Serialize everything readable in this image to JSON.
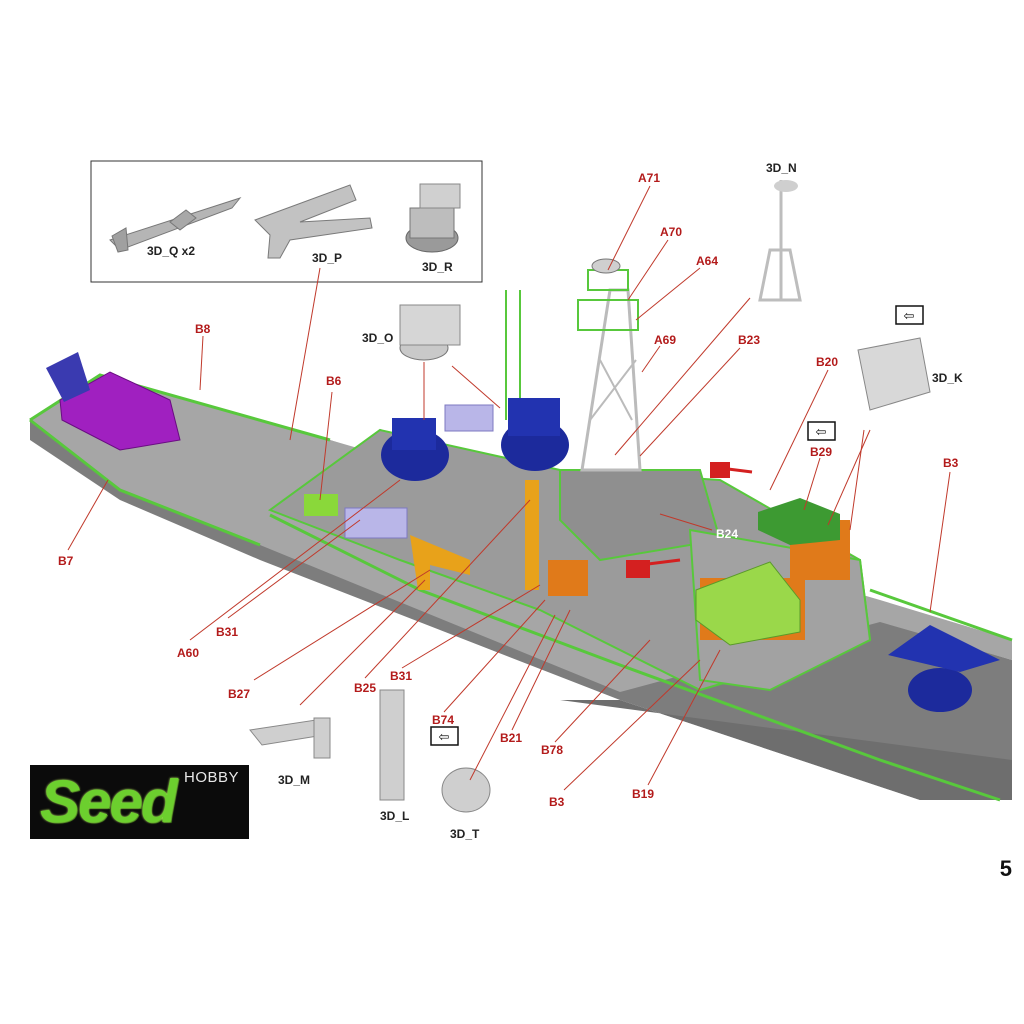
{
  "page": {
    "number": "5"
  },
  "logo": {
    "small_text": "HOBBY",
    "brand": "Seed"
  },
  "inset_labels": {
    "q": "3D_Q x2",
    "p": "3D_P",
    "r": "3D_R"
  },
  "labels": {
    "b8": "B8",
    "b7": "B7",
    "b6": "B6",
    "d_o": "3D_O",
    "a71": "A71",
    "a70": "A70",
    "a64": "A64",
    "a69": "A69",
    "b23": "B23",
    "d_n": "3D_N",
    "b20": "B20",
    "d_k": "3D_K",
    "b29": "B29",
    "b3_right": "B3",
    "b24": "B24",
    "a60": "A60",
    "b31_left": "B31",
    "b27": "B27",
    "b25": "B25",
    "b31_mid": "B31",
    "b74": "B74",
    "b21": "B21",
    "b78": "B78",
    "b3_bottom": "B3",
    "b19": "B19",
    "d_m": "3D_M",
    "d_l": "3D_L",
    "d_t": "3D_T"
  },
  "colors": {
    "hull": "#8a8a8a",
    "deck": "#a3a3a3",
    "railing": "#58c83c",
    "part_blue": "#1c2a9c",
    "part_purple": "#a020c0",
    "part_orange": "#e07a1a",
    "part_red": "#d42020",
    "part_green": "#9ad84a",
    "part_lavender": "#b9b6e8",
    "leader": "#c0392b",
    "label": "#b31b1b"
  }
}
